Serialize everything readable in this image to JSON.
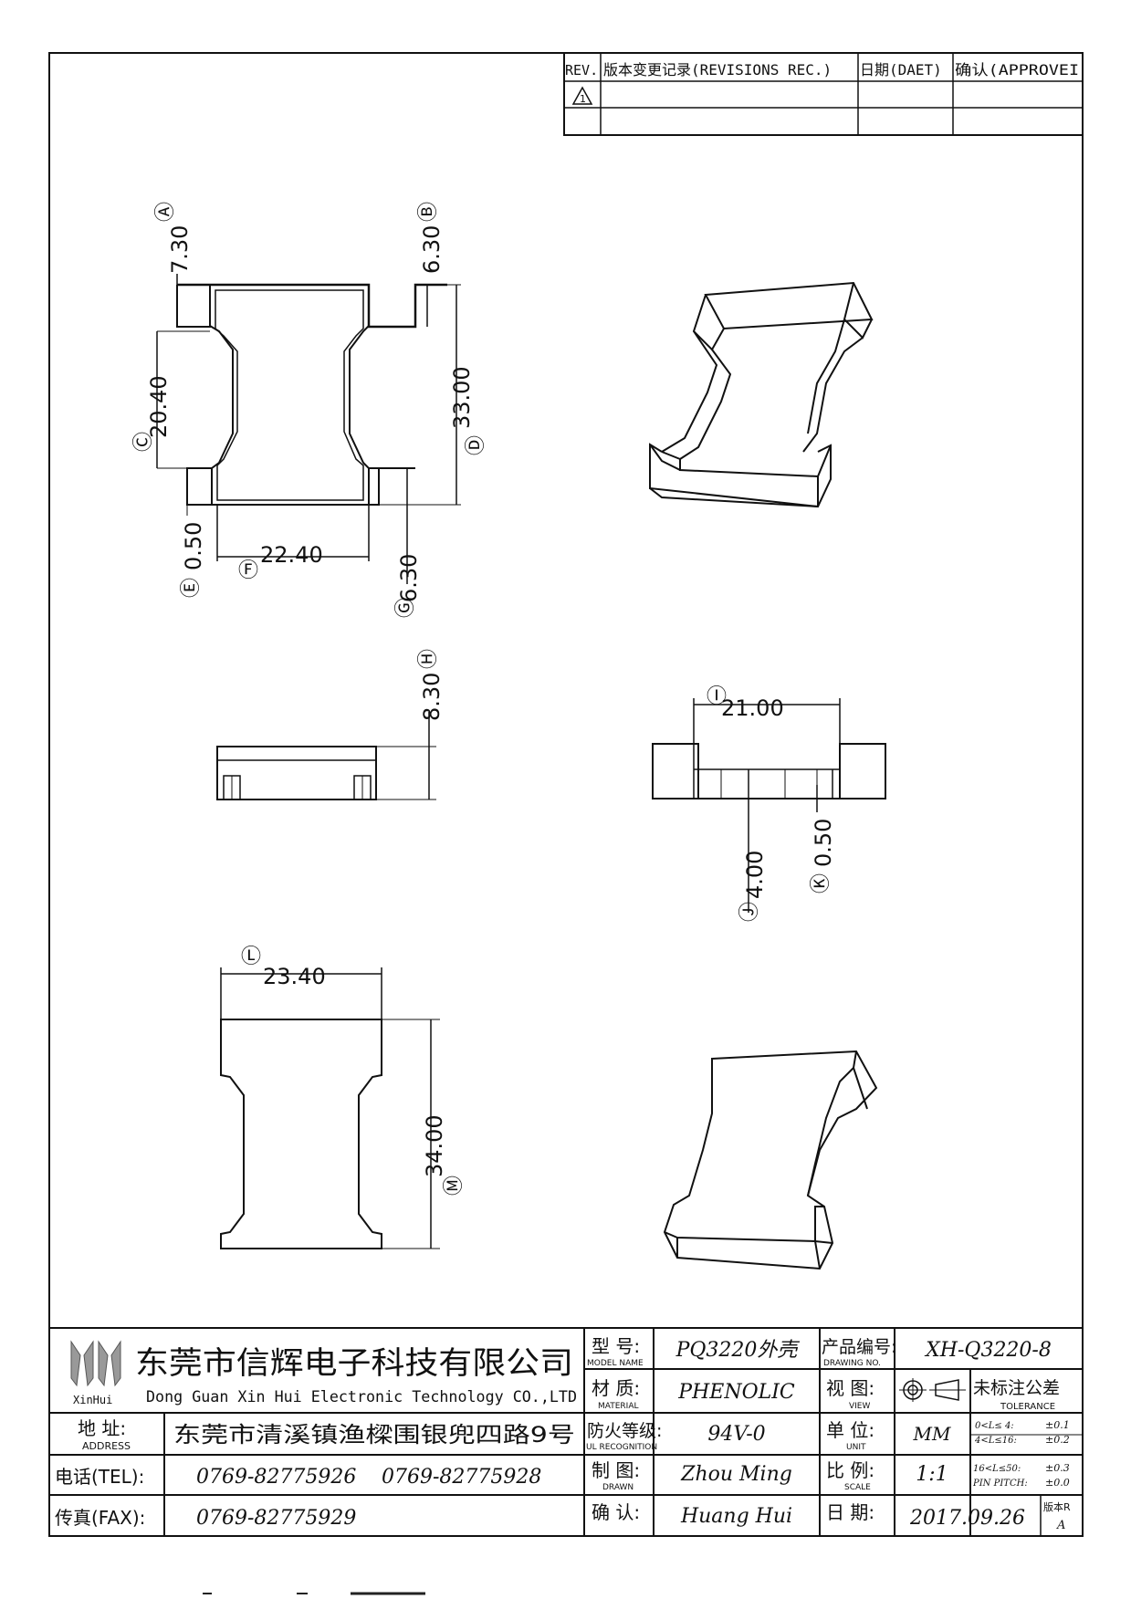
{
  "revision_table": {
    "col_rev": "REV.",
    "col_desc": "版本变更记录(REVISIONS REC.)",
    "col_date": "日期(DAET)",
    "col_approve": "确认(APPROVEI",
    "row1_rev": "1"
  },
  "dimensions": {
    "A": {
      "label": "Ⓐ",
      "value": "7.30"
    },
    "B": {
      "label": "Ⓑ",
      "value": "6.30"
    },
    "C": {
      "label": "Ⓒ",
      "value": "20.40"
    },
    "D": {
      "label": "Ⓓ",
      "value": "33.00"
    },
    "E": {
      "label": "Ⓔ",
      "value": "0.50"
    },
    "F": {
      "label": "Ⓕ",
      "value": "22.40"
    },
    "G": {
      "label": "Ⓖ",
      "value": "6.30"
    },
    "H": {
      "label": "Ⓗ",
      "value": "8.30"
    },
    "I": {
      "label": "Ⓘ",
      "value": "21.00"
    },
    "J": {
      "label": "Ⓙ",
      "value": "4.00"
    },
    "K": {
      "label": "Ⓚ",
      "value": "0.50"
    },
    "L": {
      "label": "Ⓛ",
      "value": "23.40"
    },
    "M": {
      "label": "Ⓜ",
      "value": "34.00"
    }
  },
  "title_block": {
    "logo_text": "XinHui",
    "company_cn": "东莞市信辉电子科技有限公司",
    "company_en": "Dong Guan Xin Hui Electronic Technology CO.,LTD",
    "address_label": "地 址:",
    "address_label_en": "ADDRESS",
    "address": "东莞市清溪镇渔樑围银兜四路9号",
    "tel_label": "电话(TEL):",
    "tel1": "0769-82775926",
    "tel2": "0769-82775928",
    "fax_label": "传真(FAX):",
    "fax": "0769-82775929",
    "model_label": "型 号:",
    "model_label_en": "MODEL NAME",
    "model": "PQ3220外壳",
    "material_label": "材 质:",
    "material_label_en": "MATERIAL",
    "material": "PHENOLIC",
    "ul_label": "防火等级:",
    "ul_label_en": "UL RECOGNITION",
    "ul": "94V-0",
    "drawn_label": "制 图:",
    "drawn_label_en": "DRAWN",
    "drawn": "Zhou Ming",
    "check_label": "确 认:",
    "check": "Huang Hui",
    "drawing_no_label": "产品编号:",
    "drawing_no_label_en": "DRAWING NO.",
    "drawing_no": "XH-Q3220-8",
    "view_label": "视 图:",
    "view_label_en": "VIEW",
    "unit_label": "单 位:",
    "unit_label_en": "UNIT",
    "unit": "MM",
    "scale_label": "比 例:",
    "scale_label_en": "SCALE",
    "scale": "1:1",
    "date_label": "日 期:",
    "date": "2017.09.26",
    "tolerance_title": "未标注公差",
    "tolerance_en": "TOLERANCE",
    "tol1_range": "0<L≤ 4:",
    "tol1_val": "±0.1",
    "tol2_range": "4<L≤16:",
    "tol2_val": "±0.2",
    "tol3_range": "16<L≤50:",
    "tol3_val": "±0.3",
    "tol4_range": "PIN PITCH:",
    "tol4_val": "±0.0",
    "version_label": "版本R",
    "version": "A"
  }
}
